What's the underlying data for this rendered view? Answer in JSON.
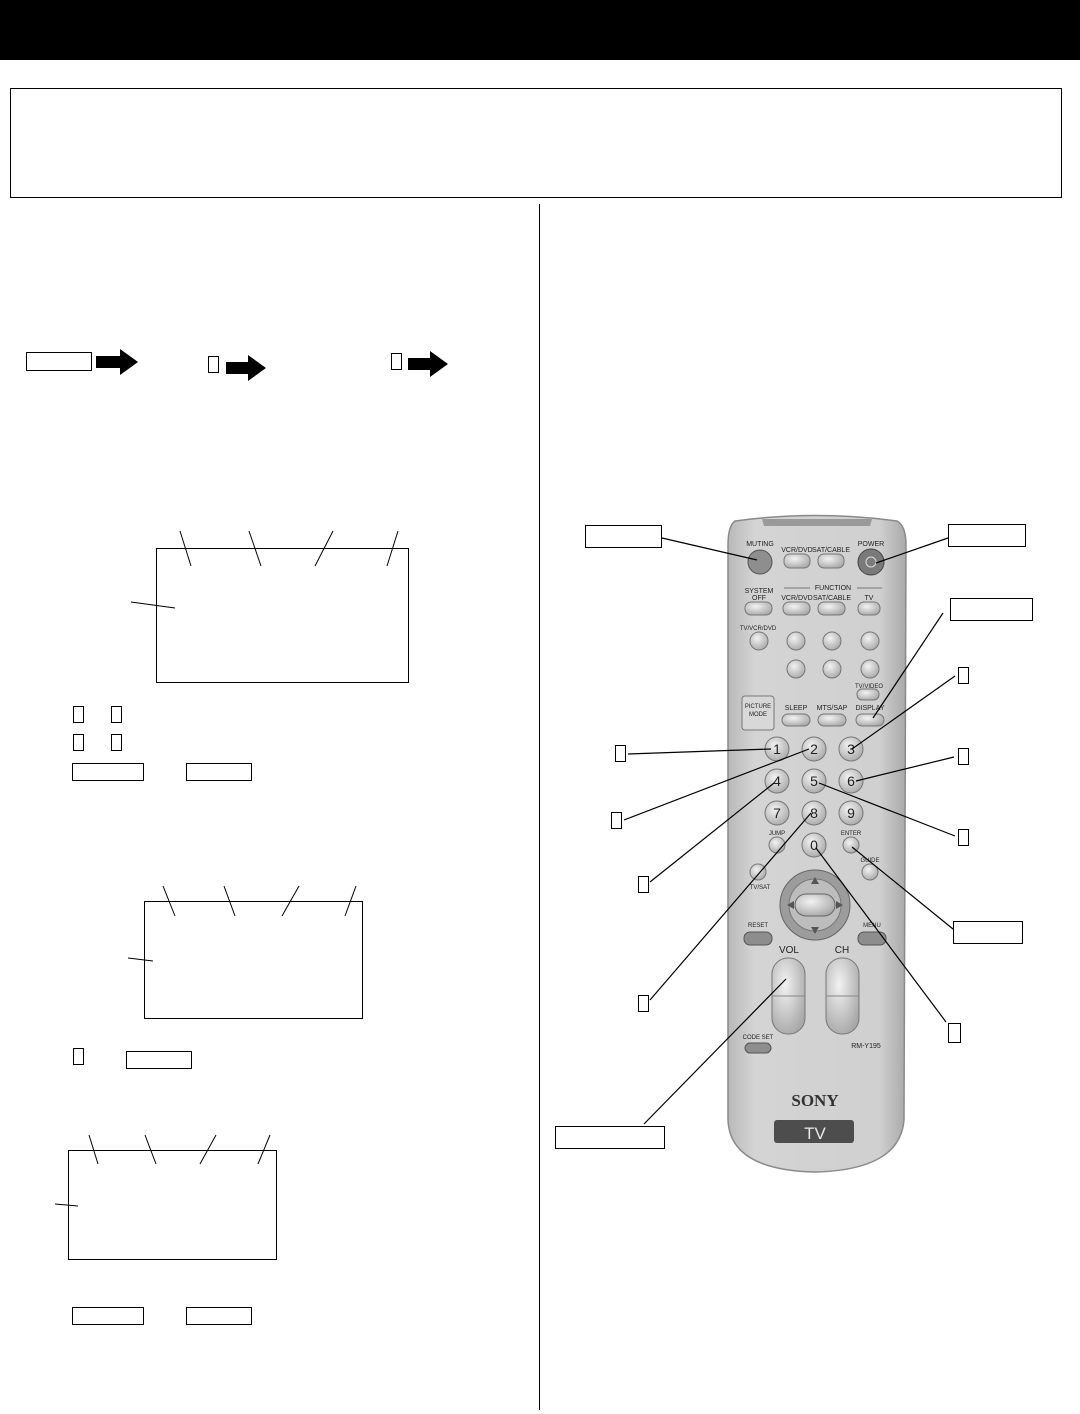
{
  "remote": {
    "brand": "SONY",
    "badge": "TV",
    "model": "RM-Y195",
    "button_labels": {
      "muting": "MUTING",
      "vcr_dvd": "VCR/DVD",
      "sat_cable": "SAT/CABLE",
      "power": "POWER",
      "system_off_1": "SYSTEM",
      "system_off_2": "OFF",
      "function": "FUNCTION",
      "func_vcr_dvd": "VCR/DVD",
      "func_sat_cable": "SAT/CABLE",
      "func_tv": "TV",
      "tv_vcr_dvd": "TV/VCR/DVD",
      "tv_video": "TV/VIDEO",
      "picture_mode_1": "PICTURE",
      "picture_mode_2": "MODE",
      "sleep": "SLEEP",
      "mts_sap": "MTS/SAP",
      "display": "DISPLAY",
      "jump": "JUMP",
      "enter": "ENTER",
      "guide": "GUIDE",
      "tv_sat": "TV/SAT",
      "reset": "RESET",
      "menu": "MENU",
      "vol": "VOL",
      "ch": "CH",
      "code_set": "CODE SET"
    },
    "digits": [
      "1",
      "2",
      "3",
      "4",
      "5",
      "6",
      "7",
      "8",
      "9",
      "0"
    ]
  },
  "colors": {
    "remote_body": "#c9c9c9",
    "button": "#d6d6d6",
    "header_bar": "#000000"
  }
}
